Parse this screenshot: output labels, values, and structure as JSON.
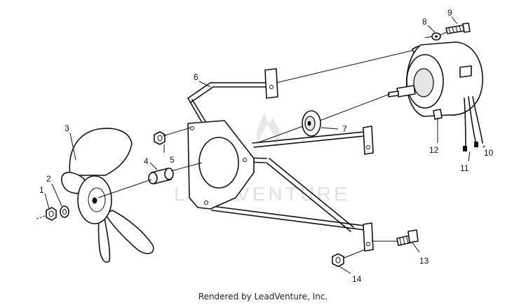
{
  "watermark": "LEADVENTURE",
  "footer": "Rendered by LeadVenture, Inc.",
  "callouts": [
    {
      "label": "1"
    },
    {
      "label": "2"
    },
    {
      "label": "3"
    },
    {
      "label": "4"
    },
    {
      "label": "5"
    },
    {
      "label": "6"
    },
    {
      "label": "7"
    },
    {
      "label": "8"
    },
    {
      "label": "9"
    },
    {
      "label": "10"
    },
    {
      "label": "11"
    },
    {
      "label": "12"
    },
    {
      "label": "13"
    },
    {
      "label": "14"
    }
  ],
  "icons": {
    "watermark_logo": "flame-logo-icon"
  }
}
